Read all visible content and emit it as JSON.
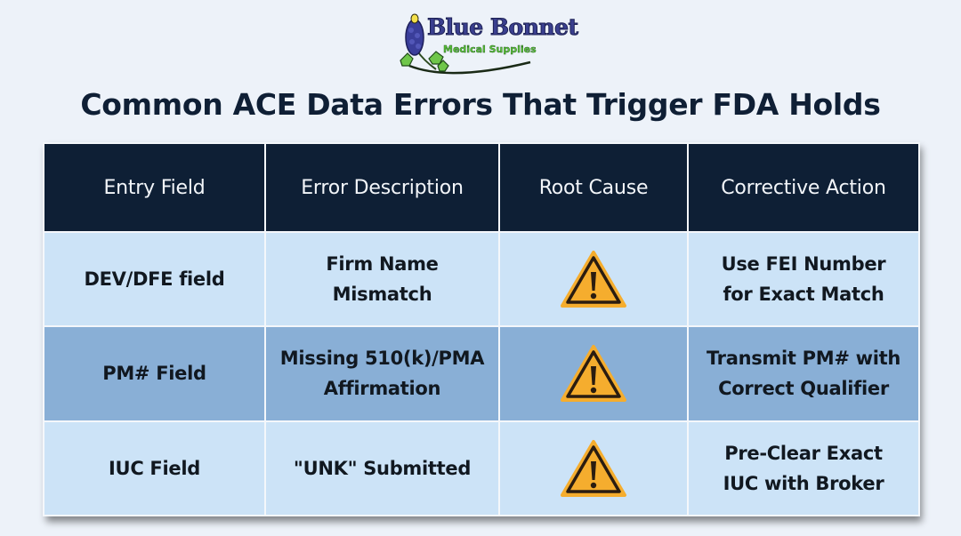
{
  "brand": {
    "name": "Blue Bonnet",
    "tagline": "Medical Supplies",
    "colors": {
      "name": "#3a3f8f",
      "tagline": "#5cc23a"
    }
  },
  "title": "Common ACE Data Errors That Trigger FDA Holds",
  "table": {
    "headers": [
      "Entry Field",
      "Error Description",
      "Root Cause",
      "Corrective Action"
    ],
    "rows": [
      {
        "entry_field": "DEV/DFE field",
        "error_description": [
          "Firm Name",
          "Mismatch"
        ],
        "root_cause_icon": "warning-triangle-icon",
        "corrective_action": [
          "Use FEI Number",
          "for Exact Match"
        ]
      },
      {
        "entry_field": "PM# Field",
        "error_description": [
          "Missing 510(k)/PMA",
          "Affirmation"
        ],
        "root_cause_icon": "warning-triangle-icon",
        "corrective_action": [
          "Transmit PM# with",
          "Correct Qualifier"
        ]
      },
      {
        "entry_field": "IUC Field",
        "error_description": [
          "\"UNK\" Submitted"
        ],
        "root_cause_icon": "warning-triangle-icon",
        "corrective_action": [
          "Pre-Clear Exact",
          "IUC with Broker"
        ]
      }
    ]
  },
  "colors": {
    "background": "#edf2f9",
    "header_bg": "#0e1f35",
    "row_light": "#cce3f7",
    "row_dark": "#89afd6",
    "warning_fill": "#f5ad2e",
    "warning_stroke": "#2a1c10"
  }
}
